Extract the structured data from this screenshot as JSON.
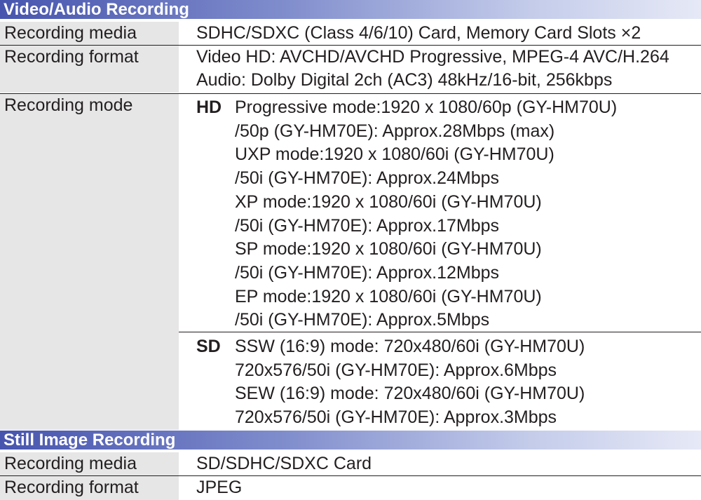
{
  "sections": {
    "video_audio": {
      "title": "Video/Audio Recording"
    },
    "still_image": {
      "title": "Still Image Recording"
    }
  },
  "video_audio_rows": {
    "recording_media": {
      "label": "Recording media",
      "value": "SDHC/SDXC (Class 4/6/10) Card, Memory Card Slots ×2"
    },
    "recording_format": {
      "label": "Recording format",
      "lines": [
        "Video HD: AVCHD/AVCHD Progressive, MPEG-4 AVC/H.264",
        "Audio: Dolby Digital 2ch (AC3) 48kHz/16-bit, 256kbps"
      ]
    },
    "recording_mode": {
      "label": "Recording mode",
      "hd": {
        "tag": "HD",
        "lines": [
          "Progressive mode:1920 x 1080/60p (GY-HM70U)",
          "/50p (GY-HM70E): Approx.28Mbps (max)",
          "UXP mode:1920 x 1080/60i (GY-HM70U)",
          "/50i (GY-HM70E): Approx.24Mbps",
          "XP mode:1920 x 1080/60i (GY-HM70U)",
          "/50i (GY-HM70E): Approx.17Mbps",
          "SP mode:1920 x 1080/60i (GY-HM70U)",
          "/50i (GY-HM70E): Approx.12Mbps",
          "EP mode:1920 x 1080/60i (GY-HM70U)",
          "/50i (GY-HM70E): Approx.5Mbps"
        ]
      },
      "sd": {
        "tag": "SD",
        "lines": [
          "SSW (16:9) mode: 720x480/60i (GY-HM70U)",
          "720x576/50i (GY-HM70E): Approx.6Mbps",
          "SEW (16:9) mode: 720x480/60i (GY-HM70U)",
          "720x576/50i (GY-HM70E): Approx.3Mbps"
        ]
      }
    }
  },
  "still_image_rows": {
    "recording_media": {
      "label": "Recording media",
      "value": "SD/SDHC/SDXC Card"
    },
    "recording_format": {
      "label": "Recording format",
      "value": "JPEG"
    }
  }
}
